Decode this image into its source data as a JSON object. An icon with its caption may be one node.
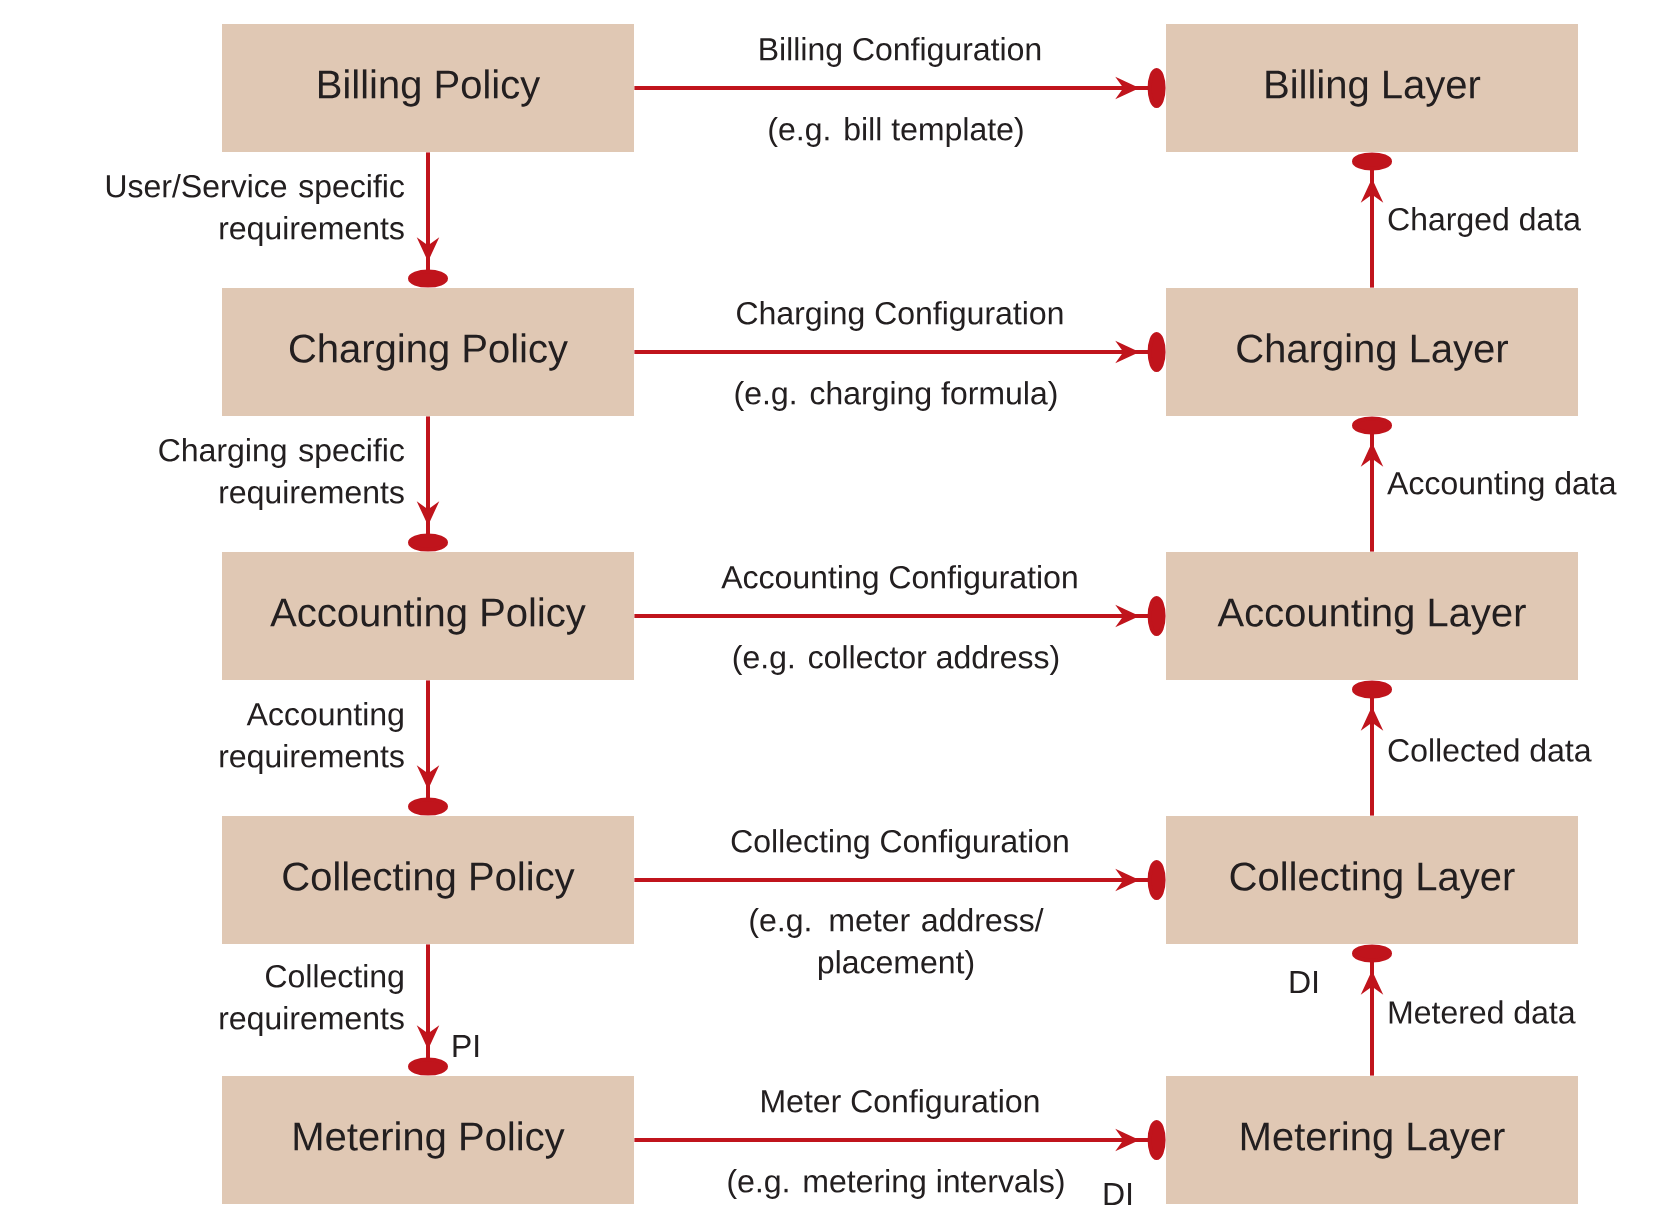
{
  "diagram": {
    "nodes": [
      {
        "text": [
          "Billing Policy"
        ]
      },
      {
        "text": [
          "Billing Layer"
        ]
      },
      {
        "text": [
          "Charging Policy"
        ]
      },
      {
        "text": [
          "Charging Layer"
        ]
      },
      {
        "text": [
          "Accounting Policy"
        ]
      },
      {
        "text": [
          "Accounting Layer"
        ]
      },
      {
        "text": [
          "Collecting Policy"
        ]
      },
      {
        "text": [
          "Collecting Layer"
        ]
      },
      {
        "text": [
          "Metering Policy"
        ]
      },
      {
        "text": [
          "Metering Layer"
        ]
      }
    ],
    "edges": [
      {
        "from": 0,
        "to": 1,
        "arrow": "to",
        "label": "Billing Configuration"
      },
      {
        "from": 2,
        "to": 3,
        "arrow": "to",
        "label": "Charging Configuration"
      },
      {
        "from": 4,
        "to": 5,
        "arrow": "to",
        "label": "Accounting Configuration"
      },
      {
        "from": 6,
        "to": 7,
        "arrow": "to",
        "label": "Collecting Configuration"
      },
      {
        "from": 8,
        "to": 9,
        "arrow": "to",
        "label": "Meter Configuration"
      },
      {
        "from": 0,
        "to": 2,
        "arrow": "to",
        "label": "User/Service specific requirements"
      },
      {
        "from": 2,
        "to": 4,
        "arrow": "to",
        "label": "Charging specific requirements"
      },
      {
        "from": 4,
        "to": 6,
        "arrow": "to",
        "label": "Accounting requirements"
      },
      {
        "from": 6,
        "to": 8,
        "arrow": "to",
        "label": "Collecting requirements"
      },
      {
        "from": 3,
        "to": 1,
        "arrow": "to",
        "label": "Charged data"
      },
      {
        "from": 5,
        "to": 3,
        "arrow": "to",
        "label": "Accounting data"
      },
      {
        "from": 7,
        "to": 5,
        "arrow": "to",
        "label": "Collected data"
      },
      {
        "from": 9,
        "to": 7,
        "arrow": "to",
        "label": "Metered data"
      }
    ],
    "labels": [
      "(e.g. bill template)",
      "(e.g. charging formula)",
      "(e.g. collector address)",
      "(e.g. meter address/ placement)",
      "PI",
      "DI",
      "(e.g. metering intervals)",
      "DI"
    ]
  }
}
